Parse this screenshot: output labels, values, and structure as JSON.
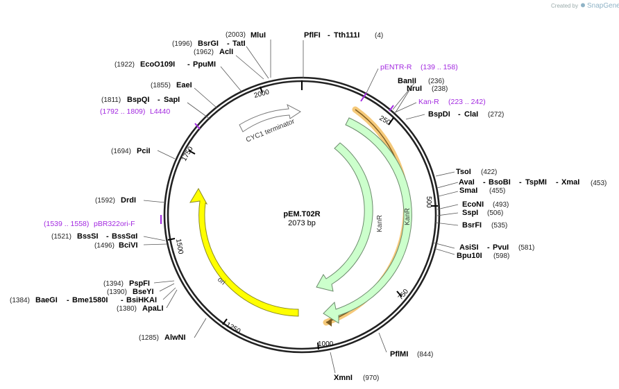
{
  "credit": {
    "prefix": "Created by",
    "brand": "SnapGene"
  },
  "plasmid": {
    "name": "pEM.T02R",
    "size_label": "2073 bp"
  },
  "ticks": [
    "250",
    "500",
    "750",
    "1000",
    "1250",
    "1500",
    "1750",
    "2000"
  ],
  "features": {
    "cyc1": "CYC1 terminator",
    "kanr_inner": "KanR",
    "kanr_outer": "KanR",
    "ori": "ori"
  },
  "sites": [
    {
      "pos": "(2003)",
      "name": "MluI"
    },
    {
      "pos": "(1996)",
      "name": "BsrGI",
      "name2": "TatI"
    },
    {
      "pos": "(1962)",
      "name": "AclI"
    },
    {
      "pos": "(1922)",
      "name": "EcoO109I",
      "name2": "PpuMI"
    },
    {
      "pos": "(1855)",
      "name": "EaeI"
    },
    {
      "pos": "(1811)",
      "name": "BspQI",
      "name2": "SapI"
    },
    {
      "pos": "(1694)",
      "name": "PciI"
    },
    {
      "pos": "(1592)",
      "name": "DrdI"
    },
    {
      "pos": "(1521)",
      "name": "BssSI",
      "name2": "BssSαI"
    },
    {
      "pos": "(1496)",
      "name": "BciVI"
    },
    {
      "pos": "(1394)",
      "name": "PspFI"
    },
    {
      "pos": "(1390)",
      "name": "BseYI"
    },
    {
      "pos": "(1384)",
      "name": "BaeGI",
      "name2": "Bme1580I",
      "name3": "BsiHKAI"
    },
    {
      "pos": "(1380)",
      "name": "ApaLI"
    },
    {
      "pos": "(1285)",
      "name": "AlwNI"
    },
    {
      "pos": "(970)",
      "name": "XmnI"
    },
    {
      "pos": "(844)",
      "name": "PflMI"
    },
    {
      "pos": "(598)",
      "name": "Bpu10I"
    },
    {
      "pos": "(581)",
      "name": "AsiSI",
      "name2": "PvuI"
    },
    {
      "pos": "(535)",
      "name": "BsrFI"
    },
    {
      "pos": "(506)",
      "name": "SspI"
    },
    {
      "pos": "(493)",
      "name": "EcoNI"
    },
    {
      "pos": "(455)",
      "name": "SmaI"
    },
    {
      "pos": "(453)",
      "name": "AvaI",
      "name2": "BsoBI",
      "name3": "TspMI",
      "name4": "XmaI"
    },
    {
      "pos": "(422)",
      "name": "TsoI"
    },
    {
      "pos": "(272)",
      "name": "BspDI",
      "name2": "ClaI"
    },
    {
      "pos": "(238)",
      "name": "NruI"
    },
    {
      "pos": "(236)",
      "name": "BanII"
    },
    {
      "pos": "(4)",
      "name": "PflFI",
      "name2": "Tth111I"
    }
  ],
  "primers": [
    {
      "name": "pENTR-R",
      "range": "(139 .. 158)"
    },
    {
      "name": "Kan-R",
      "range": "(223 .. 242)"
    },
    {
      "name": "L4440",
      "range": "(1792 .. 1809)"
    },
    {
      "name": "pBR322ori-F",
      "range": "(1539 .. 1558)"
    }
  ],
  "colors": {
    "kanr": "#ccffcc",
    "ori": "#ffff00",
    "primer": "#a228e0",
    "highlight": "#f5c97a"
  }
}
